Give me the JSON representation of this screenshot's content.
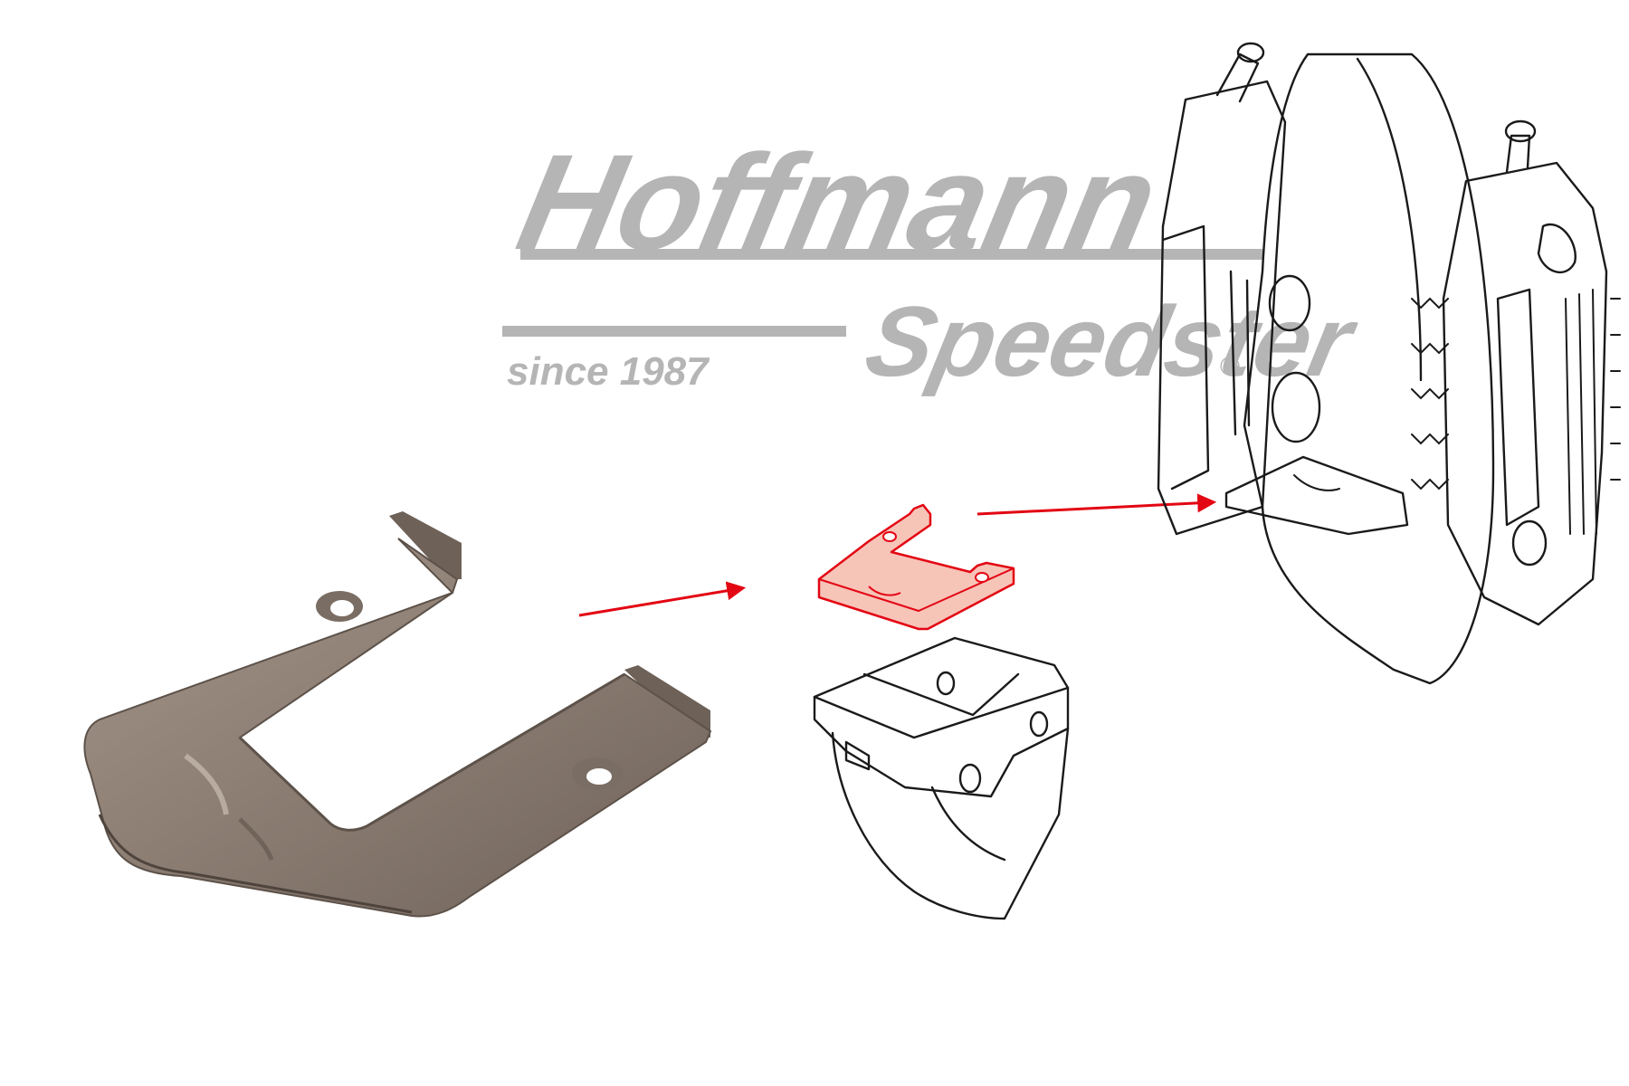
{
  "logo": {
    "brand_primary": "Hoffmann",
    "brand_secondary": "Speedster",
    "registered_mark": "®",
    "tagline": "since 1987",
    "color": "#b5b5b5"
  },
  "colors": {
    "arrow": "#e30613",
    "highlight_fill": "#f7c4b8",
    "highlight_stroke": "#e30613",
    "part_metal": "#8f8176",
    "line_art": "#1a1a1a"
  },
  "icons": {
    "photo": "brake-pad-retaining-plate-photo",
    "highlighted_part": "retaining-plate-icon",
    "brake_pad": "brake-pad-drawing",
    "caliper": "brake-caliper-drawing"
  }
}
